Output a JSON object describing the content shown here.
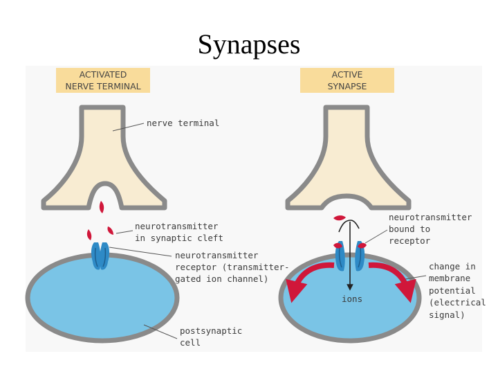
{
  "title": "Synapses",
  "colors": {
    "terminal_fill": "#f8ecd2",
    "terminal_outline": "#8a8a8a",
    "cell_fill": "#7ac4e6",
    "receptor": "#2e8ac6",
    "neurotransmitter": "#d0173a",
    "panel_bg": "#f8f8f8",
    "header_bg": "#f9dc9b"
  },
  "left_panel": {
    "header": [
      "ACTIVATED",
      "NERVE TERMINAL"
    ],
    "labels": {
      "nerve_terminal": "nerve terminal",
      "neurotransmitter": [
        "neurotransmitter",
        "in synaptic cleft"
      ],
      "receptor": [
        "neurotransmitter",
        "receptor (transmitter-",
        "gated ion channel)"
      ],
      "postsynaptic": [
        "postsynaptic",
        "cell"
      ]
    }
  },
  "right_panel": {
    "header": [
      "ACTIVE",
      "SYNAPSE"
    ],
    "labels": {
      "bound": [
        "neurotransmitter",
        "bound to",
        "receptor"
      ],
      "ions": "ions",
      "potential": [
        "change in",
        "membrane",
        "potential",
        "(electrical",
        "signal)"
      ]
    }
  }
}
